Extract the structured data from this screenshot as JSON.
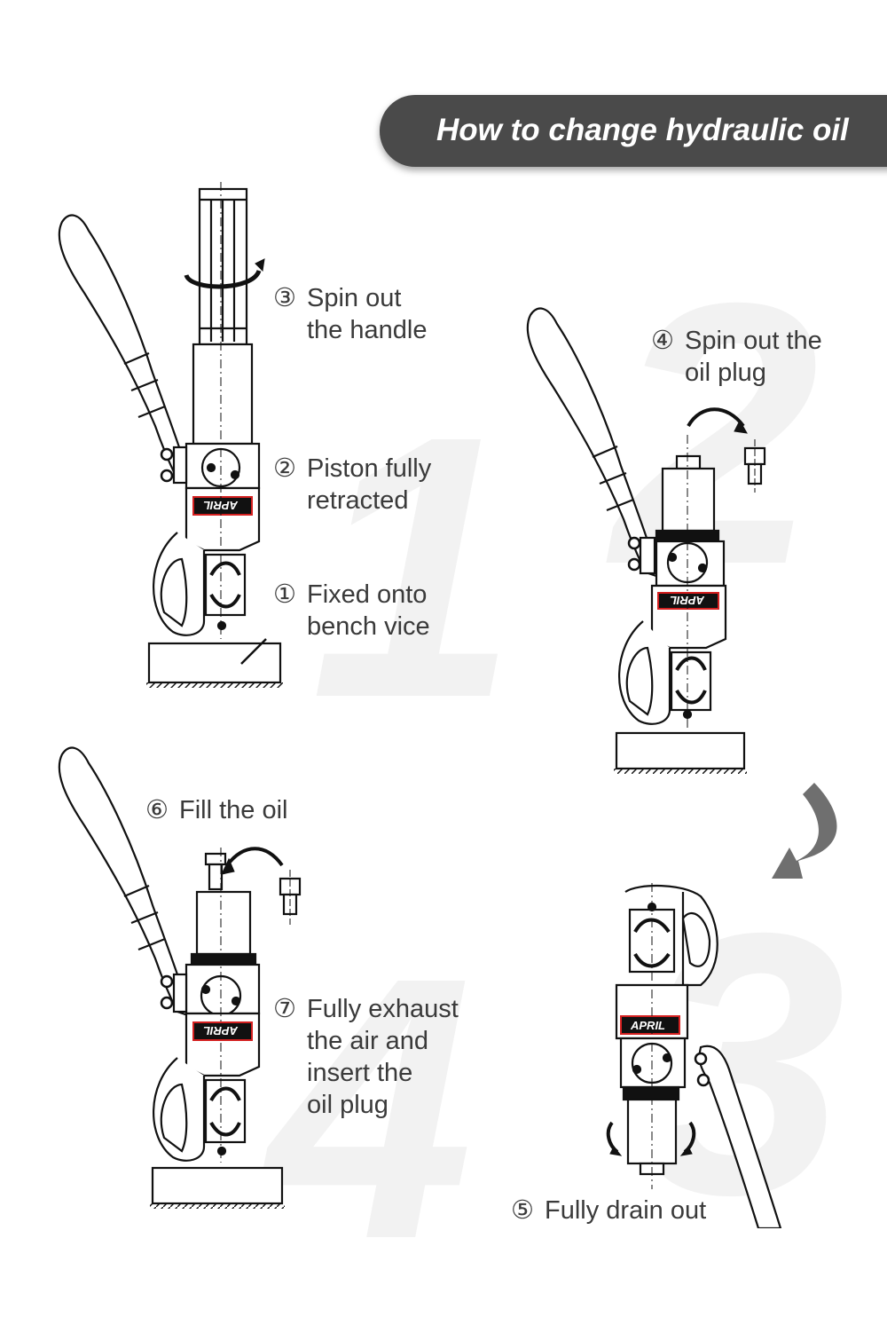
{
  "title": "How to change hydraulic oil",
  "quadrant_numbers": [
    "1",
    "2",
    "3",
    "4"
  ],
  "brand_plate_text": "APRIL",
  "steps": {
    "s1": {
      "marker": "①",
      "line1": "Fixed onto",
      "line2": "bench vice"
    },
    "s2": {
      "marker": "②",
      "line1": "Piston fully",
      "line2": "retracted"
    },
    "s3": {
      "marker": "③",
      "line1": "Spin out",
      "line2": "the handle"
    },
    "s4": {
      "marker": "④",
      "line1": "Spin out the",
      "line2": "oil plug"
    },
    "s5": {
      "marker": "⑤",
      "line1": "Fully drain out"
    },
    "s6": {
      "marker": "⑥",
      "line1": "Fill the oil"
    },
    "s7": {
      "marker": "⑦",
      "line1": "Fully exhaust",
      "line2": "the air and",
      "line3": "insert the",
      "line4": "oil plug"
    }
  },
  "colors": {
    "banner": "#4a4a4a",
    "text": "#3a3a3a",
    "line": "#111111",
    "plate_red": "#d42020",
    "arrow_gray": "#6f6f6f"
  }
}
